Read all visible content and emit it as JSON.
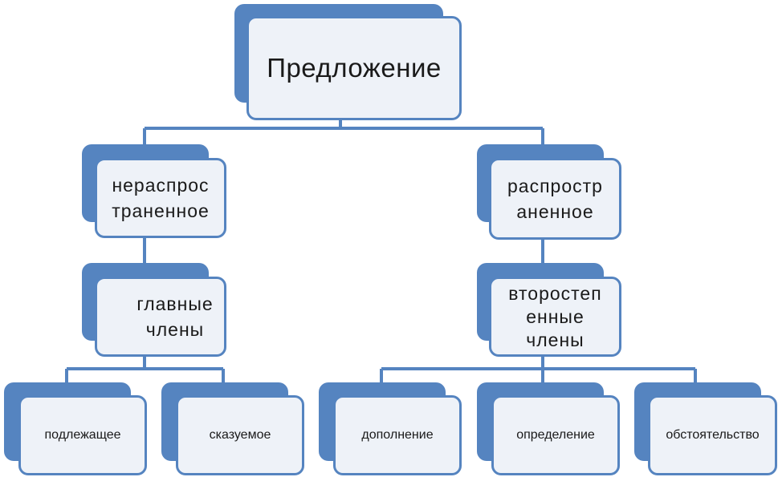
{
  "diagram": {
    "root": "Предложение",
    "left": {
      "type_lines": [
        "нераспрос",
        "траненное"
      ],
      "group_lines": [
        "главные",
        "члены"
      ],
      "leaves": [
        "подлежащее",
        "сказуемое"
      ]
    },
    "right": {
      "type_lines": [
        "распростр",
        "аненное"
      ],
      "group_lines": [
        "второстеп",
        "енные",
        "члены"
      ],
      "leaves": [
        "дополнение",
        "определение",
        "обстоятельство"
      ]
    }
  },
  "colors": {
    "box_fill": "#eef2f8",
    "box_border": "#5584c0",
    "box_shadow": "#5584c0",
    "connector": "#5584c0"
  }
}
